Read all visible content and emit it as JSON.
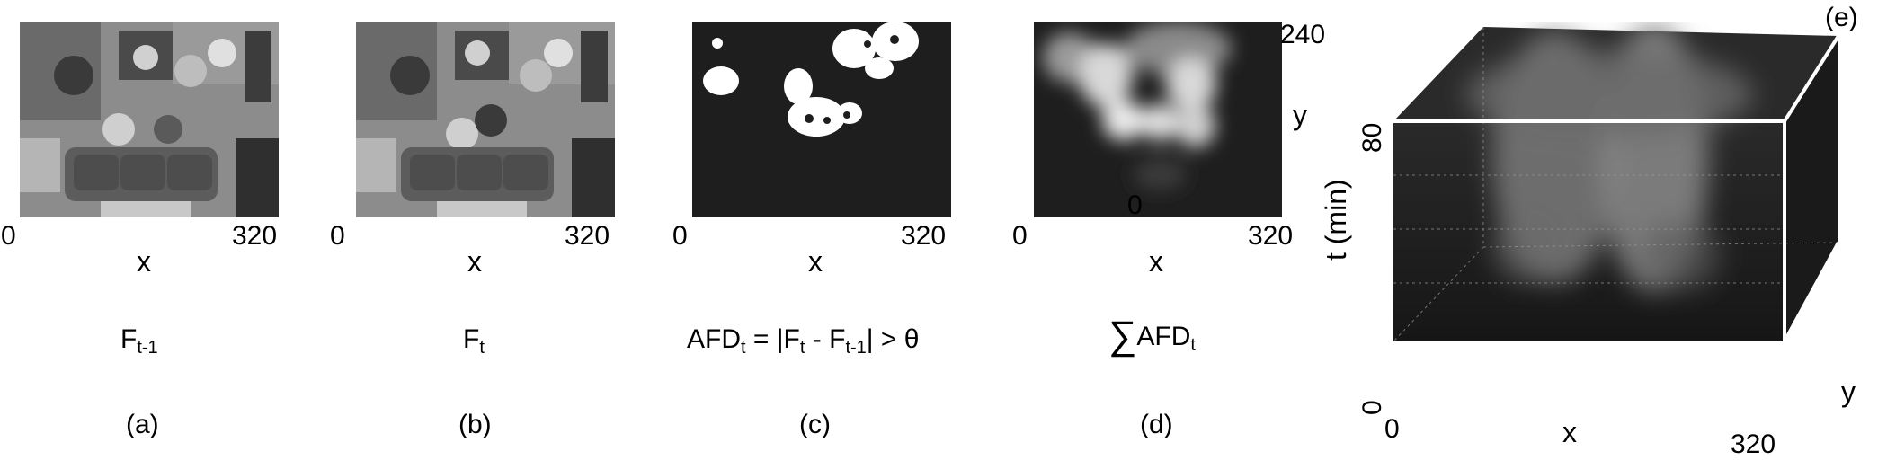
{
  "panels": {
    "a": {
      "axis_x_start": "0",
      "axis_x_end": "320",
      "axis_x_label": "x",
      "formula_main": "F",
      "formula_sub": "t-1",
      "panel_label": "(a)"
    },
    "b": {
      "axis_x_start": "0",
      "axis_x_end": "320",
      "axis_x_label": "x",
      "formula_main": "F",
      "formula_sub": "t",
      "panel_label": "(b)"
    },
    "c": {
      "axis_x_start": "0",
      "axis_x_end": "320",
      "axis_x_label": "x",
      "formula_p1": "AFD",
      "formula_s1": "t",
      "formula_p2": " = |F",
      "formula_s2": "t",
      "formula_p3": " - F",
      "formula_s3": "t-1",
      "formula_p4": "| > θ",
      "panel_label": "(c)"
    },
    "d": {
      "axis_x_start": "0",
      "axis_x_end": "320",
      "axis_x_label": "x",
      "axis_y_top": "240",
      "axis_y_label": "y",
      "axis_y_zero": "0",
      "formula_sigma": "∑",
      "formula_main": "AFD",
      "formula_sub": "t",
      "panel_label": "(d)"
    },
    "e": {
      "panel_label": "(e)",
      "axis_t_label": "t (min)",
      "axis_t_top": "80",
      "axis_t_zero": "0",
      "axis_x_start": "0",
      "axis_x_end": "320",
      "axis_x_label": "x",
      "axis_y_label": "y"
    }
  },
  "colors": {
    "background": "#ffffff",
    "panel_dark": "#1e1e1e",
    "mask_white": "#ffffff",
    "photo_gray": "#8a8a8a",
    "cube_edge": "#ffffff"
  }
}
